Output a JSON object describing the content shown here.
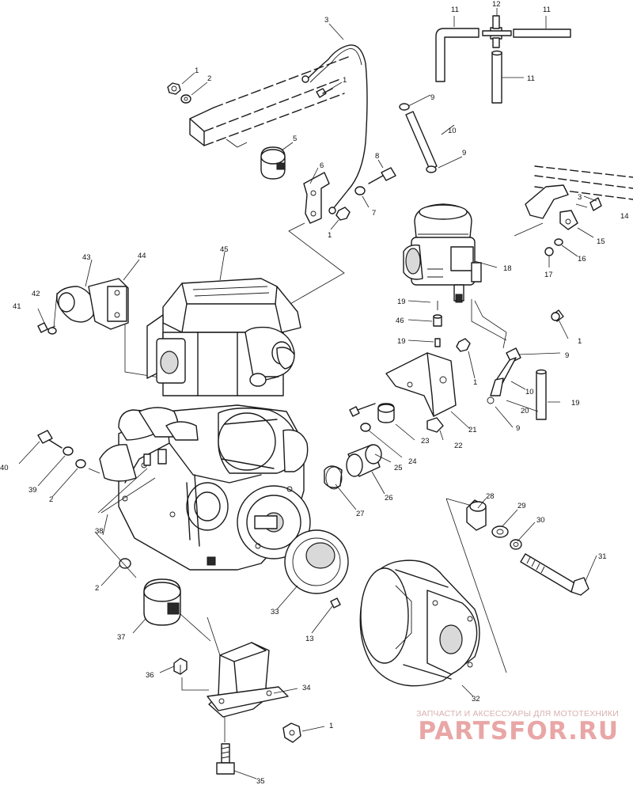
{
  "diagram": {
    "callouts": [
      {
        "id": "c-11a",
        "text": "11"
      },
      {
        "id": "c-12",
        "text": "12"
      },
      {
        "id": "c-11b",
        "text": "11"
      },
      {
        "id": "c-11c",
        "text": "11"
      },
      {
        "id": "c-3a",
        "text": "3"
      },
      {
        "id": "c-1a",
        "text": "1"
      },
      {
        "id": "c-2a",
        "text": "2"
      },
      {
        "id": "c-1b",
        "text": "1"
      },
      {
        "id": "c-5a",
        "text": "5"
      },
      {
        "id": "c-6",
        "text": "6"
      },
      {
        "id": "c-9a",
        "text": "9"
      },
      {
        "id": "c-10a",
        "text": "10"
      },
      {
        "id": "c-9b",
        "text": "9"
      },
      {
        "id": "c-8",
        "text": "8"
      },
      {
        "id": "c-7",
        "text": "7"
      },
      {
        "id": "c-1c",
        "text": "1"
      },
      {
        "id": "c-3b",
        "text": "3"
      },
      {
        "id": "c-14",
        "text": "14"
      },
      {
        "id": "c-15",
        "text": "15"
      },
      {
        "id": "c-16",
        "text": "16"
      },
      {
        "id": "c-17",
        "text": "17"
      },
      {
        "id": "c-18",
        "text": "18"
      },
      {
        "id": "c-43",
        "text": "43"
      },
      {
        "id": "c-44",
        "text": "44"
      },
      {
        "id": "c-45",
        "text": "45"
      },
      {
        "id": "c-42",
        "text": "42"
      },
      {
        "id": "c-41",
        "text": "41"
      },
      {
        "id": "c-19a",
        "text": "19"
      },
      {
        "id": "c-46",
        "text": "46"
      },
      {
        "id": "c-19b",
        "text": "19"
      },
      {
        "id": "c-1d",
        "text": "1"
      },
      {
        "id": "c-9c",
        "text": "9"
      },
      {
        "id": "c-1e",
        "text": "1"
      },
      {
        "id": "c-10b",
        "text": "10"
      },
      {
        "id": "c-19c",
        "text": "19"
      },
      {
        "id": "c-20",
        "text": "20"
      },
      {
        "id": "c-21",
        "text": "21"
      },
      {
        "id": "c-9d",
        "text": "9"
      },
      {
        "id": "c-23",
        "text": "23"
      },
      {
        "id": "c-22",
        "text": "22"
      },
      {
        "id": "c-40",
        "text": "40"
      },
      {
        "id": "c-39",
        "text": "39"
      },
      {
        "id": "c-2b",
        "text": "2"
      },
      {
        "id": "c-24",
        "text": "24"
      },
      {
        "id": "c-25",
        "text": "25"
      },
      {
        "id": "c-26",
        "text": "26"
      },
      {
        "id": "c-27",
        "text": "27"
      },
      {
        "id": "c-28",
        "text": "28"
      },
      {
        "id": "c-29",
        "text": "29"
      },
      {
        "id": "c-30",
        "text": "30"
      },
      {
        "id": "c-31",
        "text": "31"
      },
      {
        "id": "c-38",
        "text": "38"
      },
      {
        "id": "c-2c",
        "text": "2"
      },
      {
        "id": "c-33",
        "text": "33"
      },
      {
        "id": "c-13",
        "text": "13"
      },
      {
        "id": "c-37",
        "text": "37"
      },
      {
        "id": "c-36",
        "text": "36"
      },
      {
        "id": "c-34",
        "text": "34"
      },
      {
        "id": "c-32",
        "text": "32"
      },
      {
        "id": "c-1f",
        "text": "1"
      },
      {
        "id": "c-35",
        "text": "35"
      }
    ]
  },
  "watermark": {
    "subtitle": "ЗАПЧАСТИ И АКСЕССУАРЫ ДЛЯ МОТОТЕХНИКИ",
    "brand": "PARTSFOR.RU",
    "color": "#e9a6a6"
  }
}
